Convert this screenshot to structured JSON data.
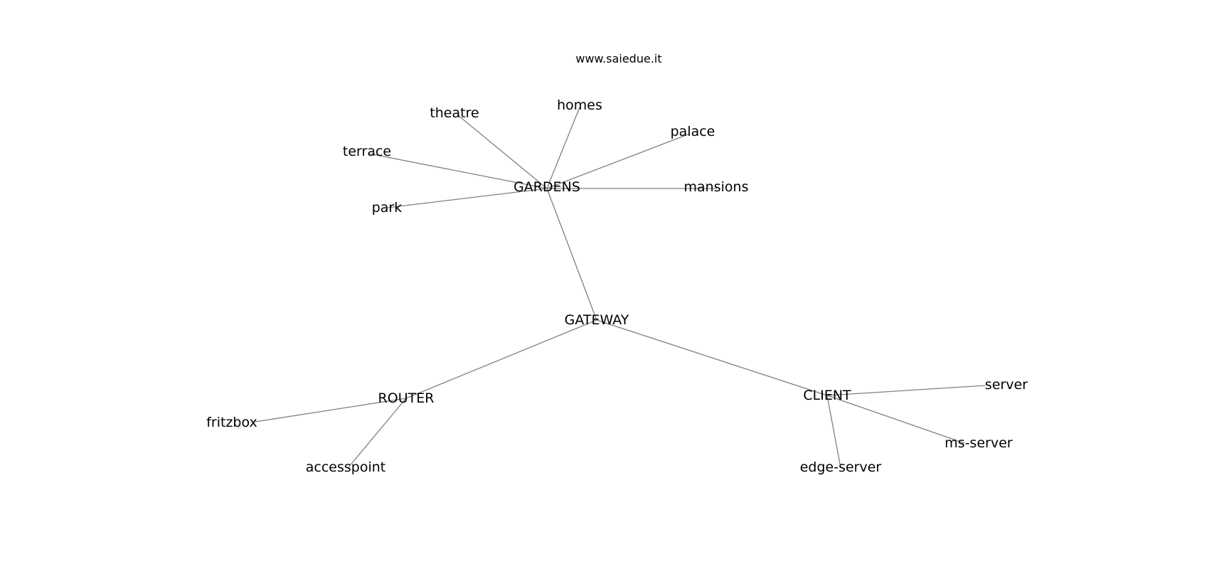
{
  "title": "www.saiedue.it",
  "nodes": [
    {
      "id": "GARDENS",
      "label": "GARDENS"
    },
    {
      "id": "GATEWAY",
      "label": "GATEWAY"
    },
    {
      "id": "ROUTER",
      "label": "ROUTER"
    },
    {
      "id": "CLIENT",
      "label": "CLIENT"
    },
    {
      "id": "theatre",
      "label": "theatre"
    },
    {
      "id": "homes",
      "label": "homes"
    },
    {
      "id": "palace",
      "label": "palace"
    },
    {
      "id": "terrace",
      "label": "terrace"
    },
    {
      "id": "mansions",
      "label": "mansions"
    },
    {
      "id": "park",
      "label": "park"
    },
    {
      "id": "fritzbox",
      "label": "fritzbox"
    },
    {
      "id": "accesspoint",
      "label": "accesspoint"
    },
    {
      "id": "server",
      "label": "server"
    },
    {
      "id": "ms-server",
      "label": "ms-server"
    },
    {
      "id": "edge-server",
      "label": "edge-server"
    }
  ],
  "edges": [
    [
      "GARDENS",
      "theatre"
    ],
    [
      "GARDENS",
      "homes"
    ],
    [
      "GARDENS",
      "palace"
    ],
    [
      "GARDENS",
      "terrace"
    ],
    [
      "GARDENS",
      "mansions"
    ],
    [
      "GARDENS",
      "park"
    ],
    [
      "GARDENS",
      "GATEWAY"
    ],
    [
      "GATEWAY",
      "ROUTER"
    ],
    [
      "GATEWAY",
      "CLIENT"
    ],
    [
      "ROUTER",
      "fritzbox"
    ],
    [
      "ROUTER",
      "accesspoint"
    ],
    [
      "CLIENT",
      "server"
    ],
    [
      "CLIENT",
      "ms-server"
    ],
    [
      "CLIENT",
      "edge-server"
    ]
  ]
}
